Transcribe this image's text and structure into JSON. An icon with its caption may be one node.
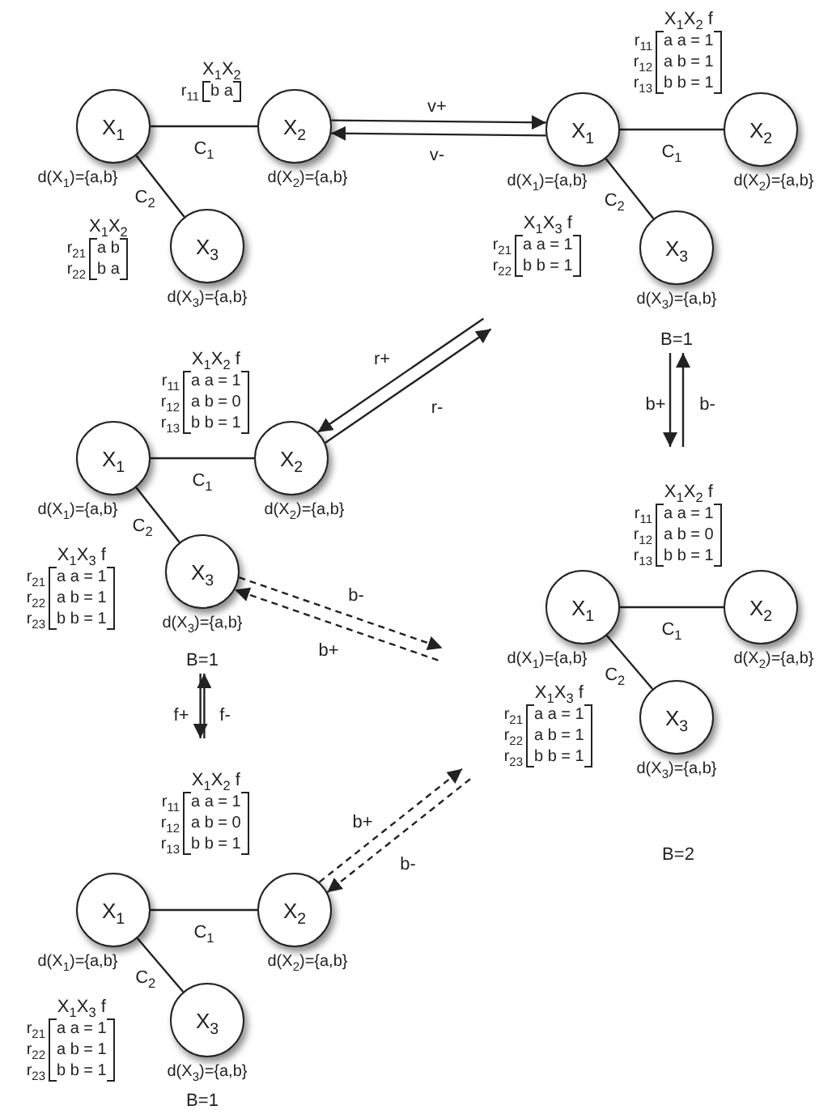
{
  "diagram": {
    "nodes": [
      {
        "text": [
          "X$_{1}$"
        ],
        "beside": [
          "d(X$_{1}$)={a,b}"
        ]
      },
      {
        "text": [
          "X$_{2}$"
        ],
        "beside": [
          "d(X$_{2}$)={a,b}"
        ]
      },
      {
        "text": [
          "X$_{3}$"
        ],
        "beside": [
          "d(X$_{3}$)={a,b}"
        ]
      },
      {
        "text": [
          "X$_{1}$"
        ],
        "beside": [
          "d(X$_{1}$)={a,b}"
        ]
      },
      {
        "text": [
          "X$_{2}$"
        ],
        "beside": [
          "d(X$_{2}$)={a,b}"
        ]
      },
      {
        "text": [
          "X$_{3}$"
        ],
        "beside": [
          "d(X$_{3}$)={a,b}"
        ]
      },
      {
        "text": [
          "B=1"
        ]
      },
      {
        "text": [
          "X$_{1}$"
        ],
        "beside": [
          "d(X$_{1}$)={a,b}"
        ]
      },
      {
        "text": [
          "X$_{2}$"
        ],
        "beside": [
          "d(X$_{2}$)={a,b}"
        ]
      },
      {
        "text": [
          "X$_{3}$"
        ],
        "beside": [
          "d(X$_{3}$)={a,b}"
        ]
      },
      {
        "text": [
          "B=1"
        ]
      },
      {
        "text": [
          "X$_{1}$"
        ],
        "beside": [
          "d(X$_{1}$)={a,b}"
        ]
      },
      {
        "text": [
          "X$_{2}$"
        ],
        "beside": [
          "d(X$_{2}$)={a,b}"
        ]
      },
      {
        "text": [
          "X$_{3}$"
        ],
        "beside": [
          "d(X$_{3}$)={a,b}"
        ]
      },
      {
        "text": [
          "X$_{1}$"
        ],
        "beside": [
          "d(X$_{1}$)={a,b}"
        ]
      },
      {
        "text": [
          "X$_{2}$"
        ],
        "beside": [
          "d(X$_{2}$)={a,b}"
        ]
      },
      {
        "text": [
          "X$_{3}$"
        ],
        "beside": [
          "d(X$_{3}$)={a,b}"
        ]
      }
    ],
    "edges": [
      {
        "from": 0,
        "to": 1,
        "arrow": "none",
        "label": "C$_{1}$"
      },
      {
        "from": 0,
        "to": 2,
        "arrow": "none",
        "label": "C$_{2}$"
      },
      {
        "from": 3,
        "to": 4,
        "arrow": "none",
        "label": "C$_{1}$"
      },
      {
        "from": 3,
        "to": 5,
        "arrow": "none",
        "label": "C$_{2}$"
      },
      {
        "from": 7,
        "to": 8,
        "arrow": "none",
        "label": "C$_{1}$"
      },
      {
        "from": 7,
        "to": 9,
        "arrow": "none",
        "label": "C$_{2}$"
      },
      {
        "from": 11,
        "to": 12,
        "arrow": "none",
        "label": "C$_{1}$"
      },
      {
        "from": 11,
        "to": 13,
        "arrow": "none",
        "label": "C$_{2}$"
      },
      {
        "from": 14,
        "to": 15,
        "arrow": "none",
        "label": "C$_{1}$"
      },
      {
        "from": 14,
        "to": 16,
        "arrow": "none",
        "label": "C$_{2}$"
      },
      {
        "from": 1,
        "to": 3,
        "arrow": "to",
        "label": "v+"
      },
      {
        "from": 3,
        "to": 1,
        "arrow": "to",
        "label": "v-"
      },
      {
        "from": null,
        "to": 8,
        "arrow": "to",
        "label": "r+"
      },
      {
        "from": 8,
        "to": null,
        "arrow": "to",
        "label": "r-"
      },
      {
        "from": 6,
        "to": null,
        "arrow": "to",
        "label": "b+"
      },
      {
        "from": null,
        "to": 6,
        "arrow": "to",
        "label": "b-"
      },
      {
        "from": 9,
        "to": null,
        "arrow": "to",
        "label": "b-",
        "style": "dashed"
      },
      {
        "from": null,
        "to": 9,
        "arrow": "to",
        "label": "b+",
        "style": "dashed"
      },
      {
        "from": 10,
        "to": null,
        "arrow": "to",
        "label": "f+"
      },
      {
        "from": null,
        "to": 10,
        "arrow": "to",
        "label": "f-"
      },
      {
        "from": 15,
        "to": null,
        "arrow": "to",
        "label": "b+",
        "style": "dashed"
      },
      {
        "from": null,
        "to": 15,
        "arrow": "to",
        "label": "b-",
        "style": "dashed"
      }
    ],
    "labels": [
      "X$_{1}$X$_{2}$",
      "r$_{11}$",
      "b a",
      "X$_{1}$X$_{2}$",
      "r$_{21}$",
      "a b",
      "r$_{22}$",
      "b a",
      "X$_{1}$X$_{2}$ f",
      "r$_{11}$",
      "a a = 1",
      "r$_{12}$",
      "a b = 1",
      "r$_{13}$",
      "b b = 1",
      "X$_{1}$X$_{3}$ f",
      "r$_{21}$",
      "a a = 1",
      "r$_{22}$",
      "b b = 1",
      "X$_{1}$X$_{2}$ f",
      "r$_{11}$",
      "a a = 1",
      "r$_{12}$",
      "a b = 0",
      "r$_{13}$",
      "b b = 1",
      "X$_{1}$X$_{3}$ f",
      "r$_{21}$",
      "a a = 1",
      "r$_{22}$",
      "a b = 1",
      "r$_{23}$",
      "b b = 1",
      "X$_{1}$X$_{2}$ f",
      "r$_{11}$",
      "a a = 1",
      "r$_{12}$",
      "a b = 0",
      "r$_{13}$",
      "b b = 1",
      "X$_{1}$X$_{3}$ f",
      "r$_{21}$",
      "a a = 1",
      "r$_{22}$",
      "a b = 1",
      "r$_{23}$",
      "b b = 1",
      "B=2",
      "X$_{1}$X$_{2}$ f",
      "r$_{11}$",
      "a a = 1",
      "r$_{12}$",
      "a b = 0",
      "r$_{13}$",
      "b b = 1",
      "X$_{1}$X$_{3}$ f",
      "r$_{21}$",
      "a a = 1",
      "r$_{22}$",
      "a b = 1",
      "r$_{23}$",
      "b b = 1",
      "B=1"
    ]
  }
}
